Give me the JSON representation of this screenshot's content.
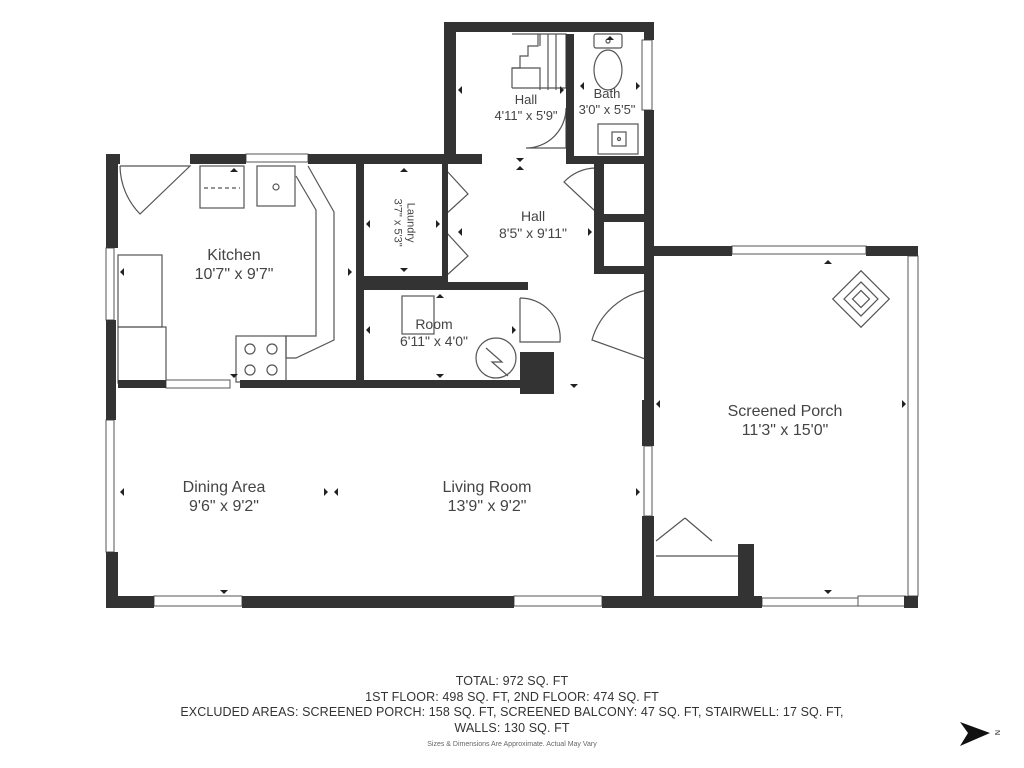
{
  "rooms": {
    "hall_upper": {
      "name": "Hall",
      "dims": "4'11\" x 5'9\""
    },
    "bath": {
      "name": "Bath",
      "dims": "3'0\" x 5'5\""
    },
    "kitchen": {
      "name": "Kitchen",
      "dims": "10'7\" x 9'7\""
    },
    "laundry": {
      "name": "Laundry",
      "dims": "3'7\" x 5'3\""
    },
    "hall_main": {
      "name": "Hall",
      "dims": "8'5\" x 9'11\""
    },
    "room": {
      "name": "Room",
      "dims": "6'11\" x 4'0\""
    },
    "screened_porch": {
      "name": "Screened Porch",
      "dims": "11'3\" x 15'0\""
    },
    "dining_area": {
      "name": "Dining Area",
      "dims": "9'6\" x 9'2\""
    },
    "living_room": {
      "name": "Living Room",
      "dims": "13'9\" x 9'2\""
    }
  },
  "summary": {
    "total": "TOTAL: 972 SQ. FT",
    "floors": "1ST FLOOR: 498 SQ. FT, 2ND FLOOR: 474 SQ. FT",
    "excluded": "EXCLUDED AREAS: SCREENED PORCH: 158 SQ. FT, SCREENED BALCONY: 47 SQ. FT, STAIRWELL: 17 SQ. FT,",
    "walls": "WALLS: 130 SQ. FT"
  },
  "disclaimer": "Sizes & Dimensions Are Approximate. Actual May Vary",
  "compass": {
    "label": "N",
    "icon": "north-arrow-icon"
  },
  "colors": {
    "wall": "#333333",
    "line": "#555555",
    "background": "#ffffff"
  }
}
